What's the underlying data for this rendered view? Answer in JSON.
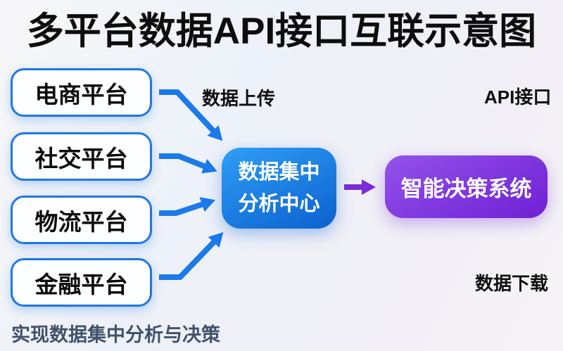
{
  "title": "多平台数据API接口互联示意图",
  "platforms": [
    {
      "label": "电商平台"
    },
    {
      "label": "社交平台"
    },
    {
      "label": "物流平台"
    },
    {
      "label": "金融平台"
    }
  ],
  "center_node": {
    "line1": "数据集中",
    "line2": "分析中心"
  },
  "decision_node": {
    "label": "智能决策系统"
  },
  "labels": {
    "upload": "数据上传",
    "api": "API接口",
    "download": "数据下载",
    "footer": "实现数据集中分析与决策"
  },
  "colors": {
    "title_text": "#0d0d0d",
    "platform_border": "#1d77e8",
    "arrow_blue": "#1b79ea",
    "arrow_purple": "#7c2cd6",
    "center_grad_start": "#2f9ef5",
    "center_grad_end": "#0b61d0",
    "decision_grad_start": "#9252ea",
    "decision_grad_end": "#7020d4",
    "footer_text": "#41526a"
  }
}
